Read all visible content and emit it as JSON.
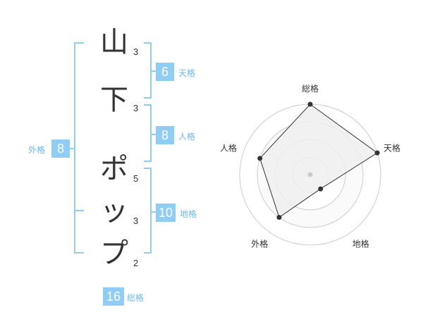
{
  "name": {
    "characters": [
      {
        "char": "山",
        "strokes": "3"
      },
      {
        "char": "下",
        "strokes": "3"
      },
      {
        "char": "ポ",
        "strokes": "5"
      },
      {
        "char": "ッ",
        "strokes": "3"
      },
      {
        "char": "プ",
        "strokes": "2"
      }
    ]
  },
  "fortune": {
    "tenkaku": {
      "value": "6",
      "label": "天格"
    },
    "jinkaku": {
      "value": "8",
      "label": "人格"
    },
    "chikaku": {
      "value": "10",
      "label": "地格"
    },
    "gaikaku": {
      "value": "8",
      "label": "外格"
    },
    "soukaku": {
      "value": "16",
      "label": "総格"
    }
  },
  "chart_data": {
    "type": "radar",
    "axes": [
      "総格",
      "天格",
      "地格",
      "外格",
      "人格"
    ],
    "values": [
      4,
      4,
      1,
      3,
      3
    ],
    "max": 4,
    "rings": 4,
    "colors": {
      "fill": "#eeeeee",
      "stroke": "#333333",
      "grid": "#cccccc",
      "accent": "#8fcdf5"
    }
  }
}
